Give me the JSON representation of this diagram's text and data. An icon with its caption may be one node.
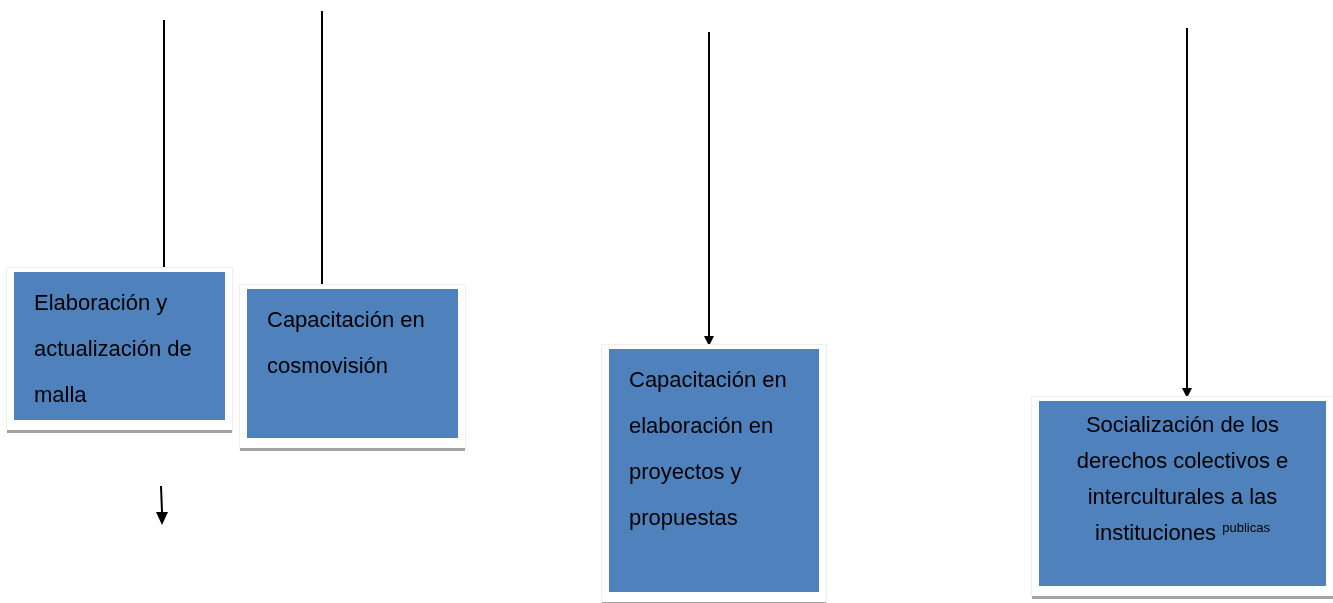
{
  "diagram": {
    "nodes": [
      {
        "text": [
          "Elaboración y actualización de malla"
        ]
      },
      {
        "text": [
          "Capacitación en cosmovisión"
        ]
      },
      {
        "text": [
          "Capacitación en elaboración en proyectos y propuestas"
        ]
      },
      {
        "text": [
          "Socialización de los derechos colectivos e interculturales a las instituciones $^{publicas}$"
        ]
      }
    ],
    "edges": [
      {
        "from": null,
        "to": 0,
        "arrow": "none"
      },
      {
        "from": null,
        "to": 1,
        "arrow": "none"
      },
      {
        "from": null,
        "to": 2,
        "arrow": "to"
      },
      {
        "from": null,
        "to": 3,
        "arrow": "to"
      }
    ]
  }
}
